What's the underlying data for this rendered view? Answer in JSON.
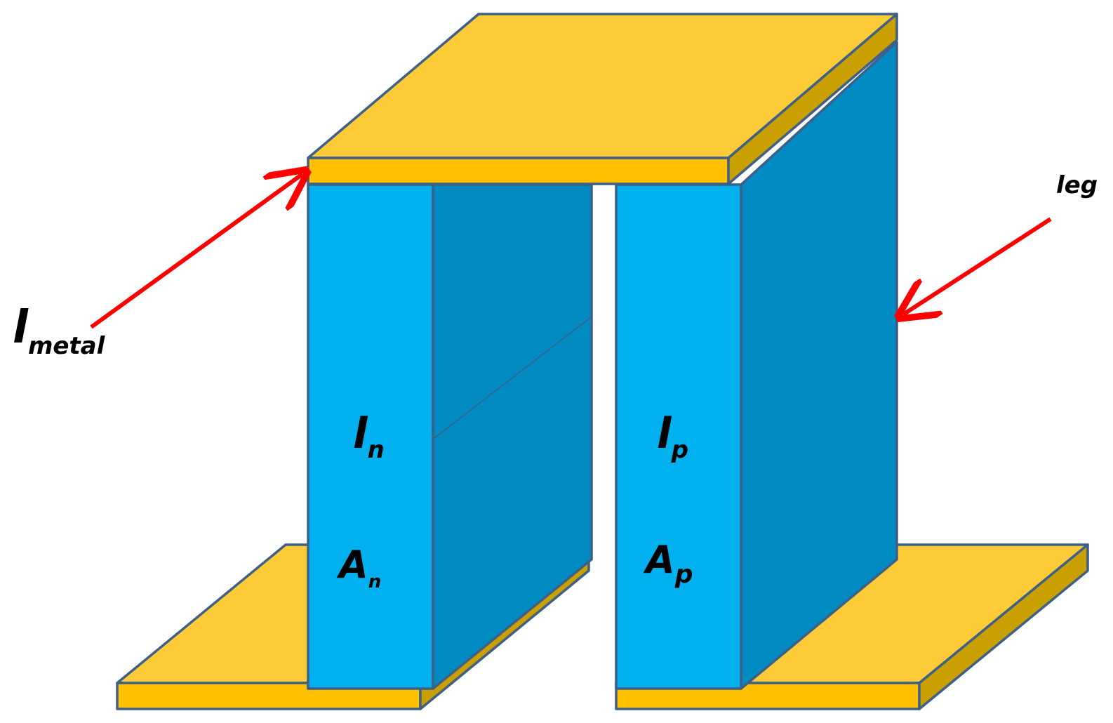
{
  "labels": {
    "metal_main": "l",
    "metal_sub": "metal",
    "leg": "leg",
    "n_length_main": "l",
    "n_length_sub": "n",
    "n_area_main": "A",
    "n_area_sub": "n",
    "p_length_main": "l",
    "p_length_sub": "p",
    "p_area_main": "A",
    "p_area_sub": "p"
  },
  "colors": {
    "metal_top": "#fdcb37",
    "metal_front": "#ffc000",
    "metal_side": "#c9a000",
    "leg_front": "#00b0ef",
    "leg_side": "#008bc3",
    "outline": "#3d5f88",
    "arrow": "#ff0000"
  }
}
